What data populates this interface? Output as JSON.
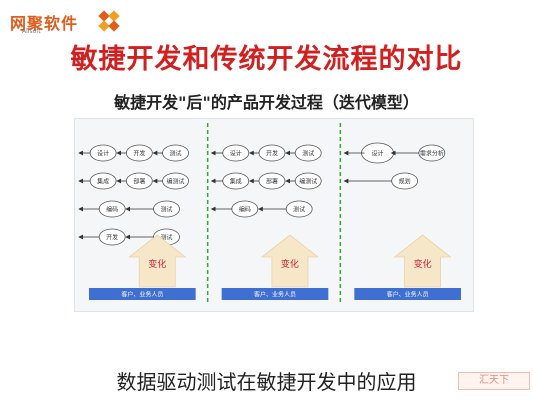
{
  "logo": {
    "text": "网聚软件",
    "subtext": "Allsoft"
  },
  "title": "敏捷开发和传统开发流程的对比",
  "subtitle": "敏捷开发\"后\"的产品开发过程（迭代模型）",
  "diagram": {
    "stages": [
      {
        "rows": [
          [
            "测试",
            "开发",
            "设计"
          ],
          [
            "编测试",
            "部署",
            "集成"
          ],
          [
            "测试",
            "编码"
          ],
          [
            "测试",
            "开发"
          ]
        ],
        "arrow_label": "变化",
        "footer": "客户、业务人员"
      },
      {
        "rows": [
          [
            "测试",
            "开发",
            "设计"
          ],
          [
            "编测试",
            "部署",
            "集成"
          ],
          [
            "测试",
            "编码"
          ]
        ],
        "arrow_label": "变化",
        "footer": "客户、业务人员"
      },
      {
        "rows": [
          [
            "需求分析",
            "设计"
          ],
          [
            "规划"
          ]
        ],
        "arrow_label": "变化",
        "footer": "客户、业务人员"
      }
    ]
  },
  "caption": "数据驱动测试在敏捷开发中的应用",
  "watermark": "汇天下"
}
